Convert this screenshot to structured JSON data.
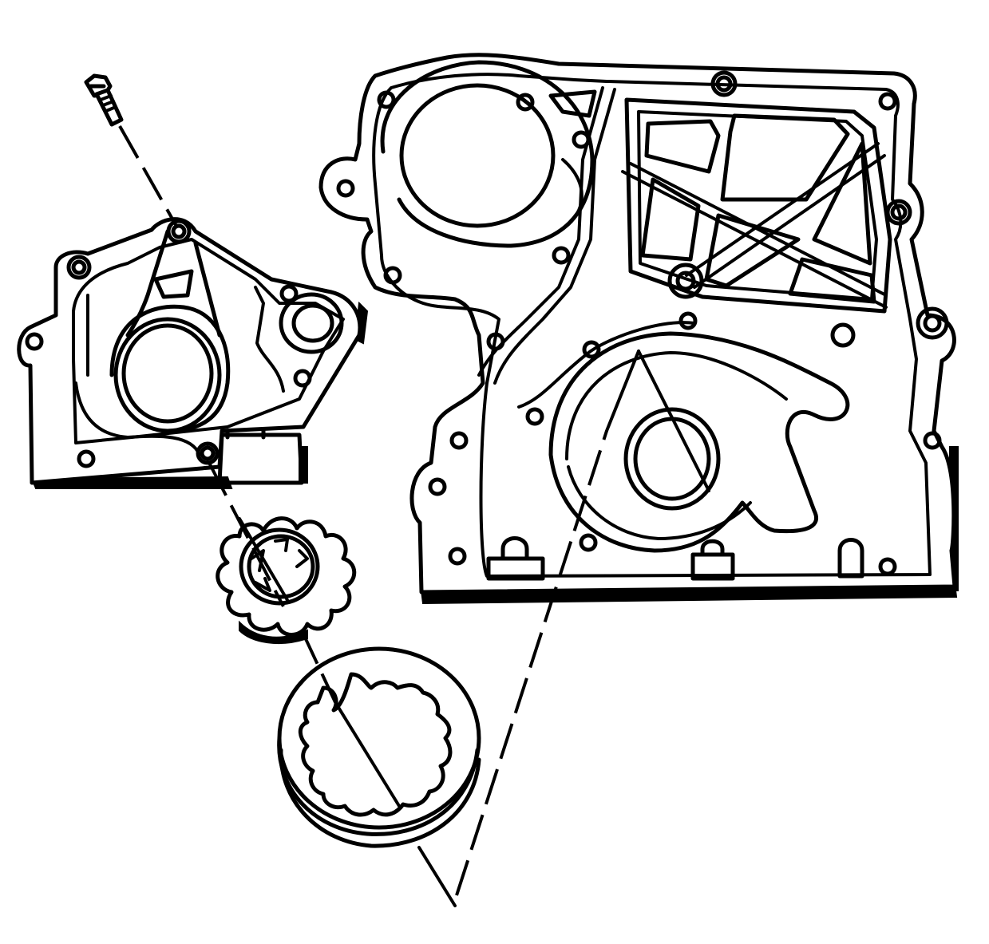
{
  "colors": {
    "line": "#000000",
    "background": "#ffffff"
  },
  "parts": [
    {
      "id": "bolt",
      "icon": "bolt-icon"
    },
    {
      "id": "oil-pump-cover",
      "icon": "pump-cover-icon"
    },
    {
      "id": "inner-rotor-gear",
      "icon": "gear-icon"
    },
    {
      "id": "outer-rotor-ring",
      "icon": "ring-gear-icon"
    },
    {
      "id": "engine-front-cover",
      "icon": "front-cover-icon"
    }
  ]
}
